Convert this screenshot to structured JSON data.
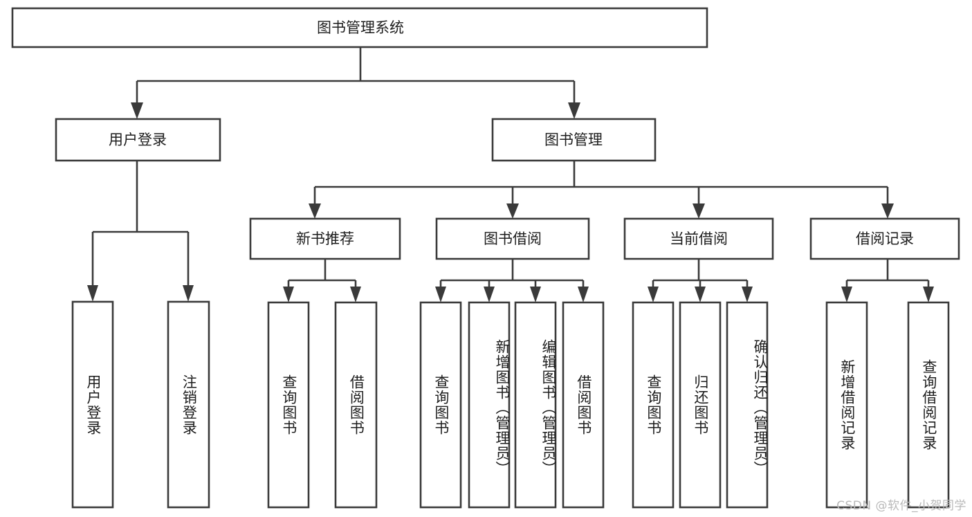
{
  "diagram": {
    "title": "图书管理系统",
    "type": "tree",
    "root": {
      "id": "root",
      "label": "图书管理系统",
      "orientation": "horizontal"
    },
    "level2": [
      {
        "id": "user-login",
        "label": "用户登录",
        "orientation": "horizontal"
      },
      {
        "id": "book-manage",
        "label": "图书管理",
        "orientation": "horizontal"
      }
    ],
    "level3": [
      {
        "id": "new-book-rec",
        "label": "新书推荐",
        "parent": "book-manage",
        "orientation": "horizontal"
      },
      {
        "id": "book-borrow",
        "label": "图书借阅",
        "parent": "book-manage",
        "orientation": "horizontal"
      },
      {
        "id": "current-borrow",
        "label": "当前借阅",
        "parent": "book-manage",
        "orientation": "horizontal"
      },
      {
        "id": "borrow-record",
        "label": "借阅记录",
        "parent": "book-manage",
        "orientation": "horizontal"
      }
    ],
    "leaves": [
      {
        "id": "leaf-user-login",
        "label": "用户登录",
        "parent": "user-login",
        "orientation": "vertical"
      },
      {
        "id": "leaf-user-logout",
        "label": "注销登录",
        "parent": "user-login",
        "orientation": "vertical"
      },
      {
        "id": "leaf-query-book-rec",
        "label": "查询图书",
        "parent": "new-book-rec",
        "orientation": "vertical"
      },
      {
        "id": "leaf-borrow-book-rec",
        "label": "借阅图书",
        "parent": "new-book-rec",
        "orientation": "vertical"
      },
      {
        "id": "leaf-query-book-borrow",
        "label": "查询图书",
        "parent": "book-borrow",
        "orientation": "vertical"
      },
      {
        "id": "leaf-add-book",
        "label": "新增图书（管理员）",
        "parent": "book-borrow",
        "orientation": "vertical"
      },
      {
        "id": "leaf-edit-book",
        "label": "编辑图书（管理员）",
        "parent": "book-borrow",
        "orientation": "vertical"
      },
      {
        "id": "leaf-borrow-book",
        "label": "借阅图书",
        "parent": "book-borrow",
        "orientation": "vertical"
      },
      {
        "id": "leaf-query-book-current",
        "label": "查询图书",
        "parent": "current-borrow",
        "orientation": "vertical"
      },
      {
        "id": "leaf-return-book",
        "label": "归还图书",
        "parent": "current-borrow",
        "orientation": "vertical"
      },
      {
        "id": "leaf-confirm-return",
        "label": "确认归还（管理员）",
        "parent": "current-borrow",
        "orientation": "vertical"
      },
      {
        "id": "leaf-add-record",
        "label": "新增借阅记录",
        "parent": "borrow-record",
        "orientation": "vertical"
      },
      {
        "id": "leaf-query-record",
        "label": "查询借阅记录",
        "parent": "borrow-record",
        "orientation": "vertical"
      }
    ],
    "colors": {
      "stroke": "#3a3a3a",
      "fill": "#ffffff",
      "text": "#1d1d1d",
      "watermark": "#b9b9b9",
      "background": "#ffffff"
    }
  },
  "watermark": {
    "text": "CSDN @软件_小贺同学"
  }
}
